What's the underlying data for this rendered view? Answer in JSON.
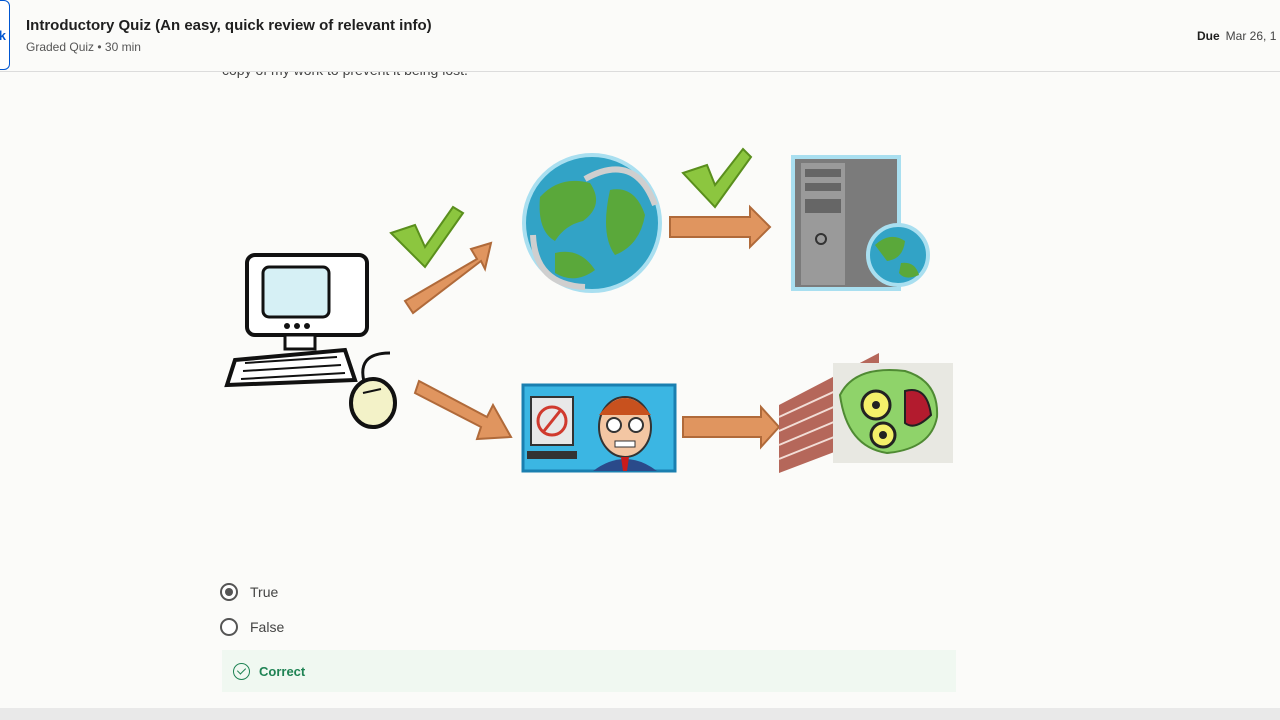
{
  "header": {
    "back_label": "k",
    "title": "Introductory Quiz (An easy, quick review of relevant info)",
    "subtitle": "Graded Quiz • 30 min",
    "due_label": "Due",
    "due_value": "Mar 26, 1"
  },
  "question": {
    "text_fragment": "copy of my work to prevent it being lost."
  },
  "options": [
    {
      "label": "True",
      "selected": true
    },
    {
      "label": "False",
      "selected": false
    }
  ],
  "feedback": {
    "label": "Correct",
    "color": "#1f8354"
  }
}
